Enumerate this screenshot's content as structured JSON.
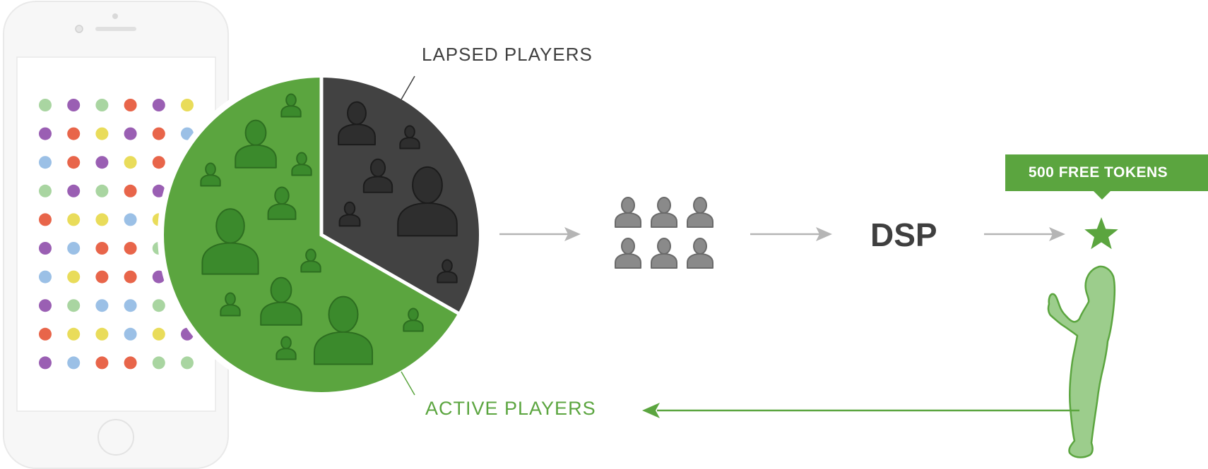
{
  "labels": {
    "lapsed": "LAPSED PLAYERS",
    "active": "ACTIVE PLAYERS",
    "dsp": "DSP",
    "tokens": "500 FREE TOKENS"
  },
  "segments": {
    "lapsed_share": 0.333,
    "active_share": 0.667
  },
  "audience_icon_count": 6,
  "icons": {
    "phone": "smartphone-icon",
    "person": "person-icon",
    "star": "star-icon",
    "player": "player-silhouette"
  },
  "colors": {
    "active": "#5ba53f",
    "active_dark": "#3b8a2c",
    "active_light": "#9ccd8c",
    "lapsed": "#424242",
    "lapsed_icon": "#2e2e2e",
    "audience_icon": "#8a8a8a",
    "arrow_gray": "#b5b5b5",
    "text_dark": "#3f3f3f",
    "dot_palette": [
      "#a9d5a1",
      "#9a5fb3",
      "#e8654a",
      "#e9dc5a",
      "#9bc0e6"
    ]
  }
}
